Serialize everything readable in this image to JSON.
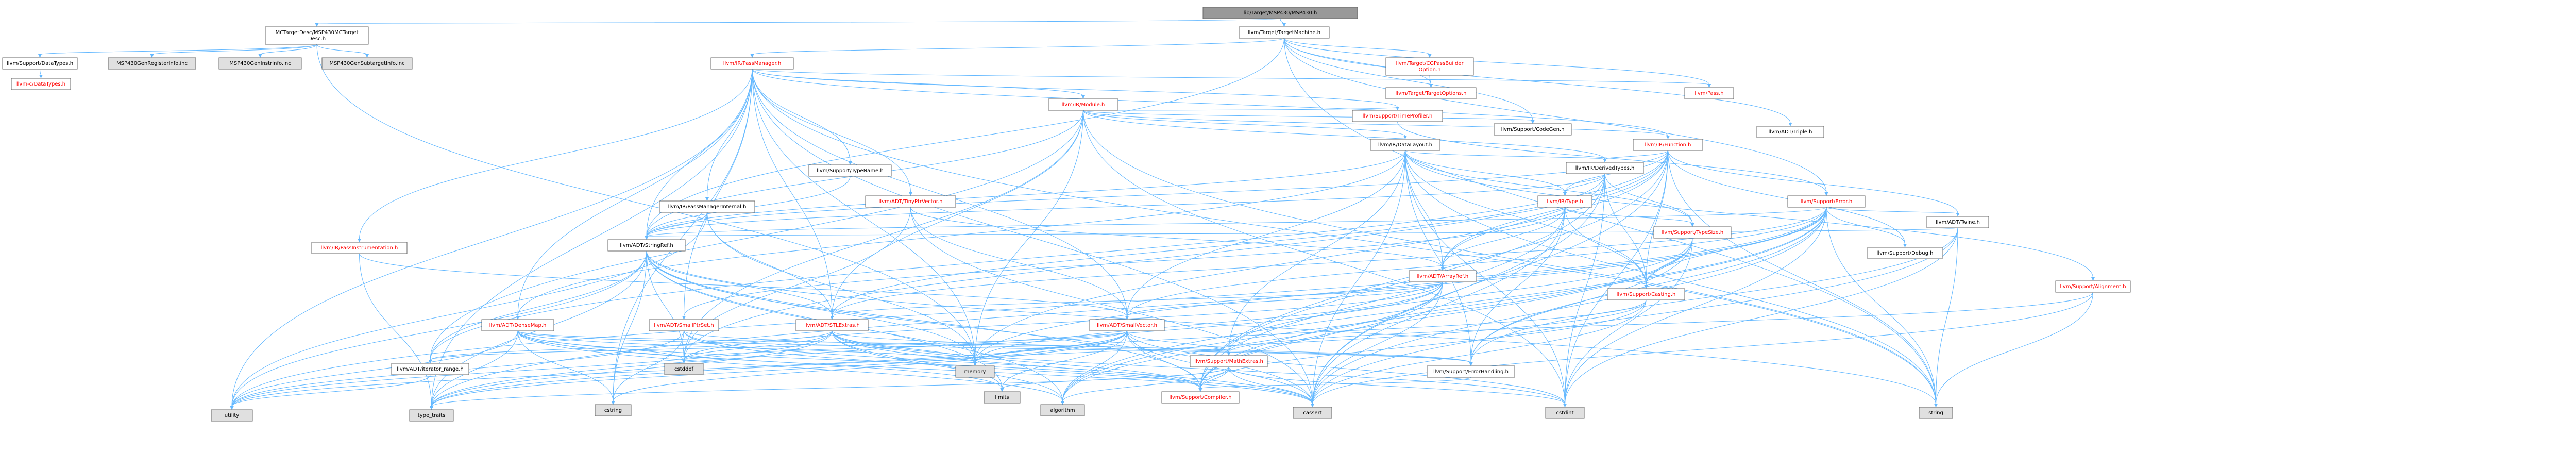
{
  "title": "lib/Target/MSP430/MSP430.h",
  "colors": {
    "edge": "#63b8ff",
    "node_fill": "#ffffff",
    "node_border": "#666666",
    "root_fill": "#999999",
    "external_fill": "#e0e0e0",
    "link_text": "#000000",
    "incomplete_text": "#ff0000"
  },
  "nodes": [
    {
      "id": "root",
      "label": "lib/Target/MSP430/MSP430.h",
      "kind": "root"
    },
    {
      "id": "mctd",
      "label": "MCTargetDesc/MSP430MCTarget\nDesc.h",
      "kind": "normal"
    },
    {
      "id": "tm",
      "label": "llvm/Target/TargetMachine.h",
      "kind": "normal"
    },
    {
      "id": "dt",
      "label": "llvm/Support/DataTypes.h",
      "kind": "normal"
    },
    {
      "id": "gri",
      "label": "MSP430GenRegisterInfo.inc",
      "kind": "external"
    },
    {
      "id": "gii",
      "label": "MSP430GenInstrInfo.inc",
      "kind": "external"
    },
    {
      "id": "gsi",
      "label": "MSP430GenSubtargetInfo.inc",
      "kind": "external"
    },
    {
      "id": "cdt",
      "label": "llvm-c/DataTypes.h",
      "kind": "incomplete"
    },
    {
      "id": "pm",
      "label": "llvm/IR/PassManager.h",
      "kind": "incomplete"
    },
    {
      "id": "cgpbo",
      "label": "llvm/Target/CGPassBuilder\nOption.h",
      "kind": "incomplete"
    },
    {
      "id": "to",
      "label": "llvm/Target/TargetOptions.h",
      "kind": "incomplete"
    },
    {
      "id": "pass",
      "label": "llvm/Pass.h",
      "kind": "incomplete"
    },
    {
      "id": "mod",
      "label": "llvm/IR/Module.h",
      "kind": "incomplete"
    },
    {
      "id": "tp",
      "label": "llvm/Support/TimeProfiler.h",
      "kind": "incomplete"
    },
    {
      "id": "cg",
      "label": "llvm/Support/CodeGen.h",
      "kind": "normal"
    },
    {
      "id": "triple",
      "label": "llvm/ADT/Triple.h",
      "kind": "normal"
    },
    {
      "id": "dl",
      "label": "llvm/IR/DataLayout.h",
      "kind": "normal"
    },
    {
      "id": "fn",
      "label": "llvm/IR/Function.h",
      "kind": "incomplete"
    },
    {
      "id": "dtypes",
      "label": "llvm/IR/DerivedTypes.h",
      "kind": "normal"
    },
    {
      "id": "ty",
      "label": "llvm/IR/Type.h",
      "kind": "incomplete"
    },
    {
      "id": "err",
      "label": "llvm/Support/Error.h",
      "kind": "incomplete"
    },
    {
      "id": "tn",
      "label": "llvm/Support/TypeName.h",
      "kind": "normal"
    },
    {
      "id": "tpv",
      "label": "llvm/ADT/TinyPtrVector.h",
      "kind": "incomplete"
    },
    {
      "id": "pmi",
      "label": "llvm/IR/PassManagerInternal.h",
      "kind": "normal"
    },
    {
      "id": "ts",
      "label": "llvm/Support/TypeSize.h",
      "kind": "incomplete"
    },
    {
      "id": "twine",
      "label": "llvm/ADT/Twine.h",
      "kind": "normal"
    },
    {
      "id": "dbg",
      "label": "llvm/Support/Debug.h",
      "kind": "normal"
    },
    {
      "id": "align",
      "label": "llvm/Support/Alignment.h",
      "kind": "incomplete"
    },
    {
      "id": "pi",
      "label": "llvm/IR/PassInstrumentation.h",
      "kind": "incomplete"
    },
    {
      "id": "sr",
      "label": "llvm/ADT/StringRef.h",
      "kind": "normal"
    },
    {
      "id": "ar",
      "label": "llvm/ADT/ArrayRef.h",
      "kind": "incomplete"
    },
    {
      "id": "cast",
      "label": "llvm/Support/Casting.h",
      "kind": "incomplete"
    },
    {
      "id": "dm",
      "label": "llvm/ADT/DenseMap.h",
      "kind": "incomplete"
    },
    {
      "id": "sps",
      "label": "llvm/ADT/SmallPtrSet.h",
      "kind": "incomplete"
    },
    {
      "id": "stl",
      "label": "llvm/ADT/STLExtras.h",
      "kind": "incomplete"
    },
    {
      "id": "sv",
      "label": "llvm/ADT/SmallVector.h",
      "kind": "incomplete"
    },
    {
      "id": "ir",
      "label": "llvm/ADT/iterator_range.h",
      "kind": "normal"
    },
    {
      "id": "me",
      "label": "llvm/Support/MathExtras.h",
      "kind": "incomplete"
    },
    {
      "id": "eh",
      "label": "llvm/Support/ErrorHandling.h",
      "kind": "normal"
    },
    {
      "id": "comp",
      "label": "llvm/Support/Compiler.h",
      "kind": "incomplete"
    },
    {
      "id": "utility",
      "label": "utility",
      "kind": "external"
    },
    {
      "id": "tt",
      "label": "type_traits",
      "kind": "external"
    },
    {
      "id": "cstring",
      "label": "cstring",
      "kind": "external"
    },
    {
      "id": "cstddef",
      "label": "cstddef",
      "kind": "external"
    },
    {
      "id": "memory",
      "label": "memory",
      "kind": "external"
    },
    {
      "id": "limits",
      "label": "limits",
      "kind": "external"
    },
    {
      "id": "algorithm",
      "label": "algorithm",
      "kind": "external"
    },
    {
      "id": "cassert",
      "label": "cassert",
      "kind": "external"
    },
    {
      "id": "cstdint",
      "label": "cstdint",
      "kind": "external"
    },
    {
      "id": "string",
      "label": "string",
      "kind": "external"
    }
  ],
  "edges": [
    [
      "root",
      "mctd"
    ],
    [
      "root",
      "tm"
    ],
    [
      "mctd",
      "dt"
    ],
    [
      "mctd",
      "gri"
    ],
    [
      "mctd",
      "gii"
    ],
    [
      "mctd",
      "gsi"
    ],
    [
      "mctd",
      "memory"
    ],
    [
      "dt",
      "cdt"
    ],
    [
      "tm",
      "pm"
    ],
    [
      "tm",
      "cgpbo"
    ],
    [
      "tm",
      "to"
    ],
    [
      "tm",
      "pass"
    ],
    [
      "tm",
      "cg"
    ],
    [
      "tm",
      "triple"
    ],
    [
      "tm",
      "err"
    ],
    [
      "tm",
      "string"
    ],
    [
      "tm",
      "sr"
    ],
    [
      "cgpbo",
      "to"
    ],
    [
      "pm",
      "mod"
    ],
    [
      "pm",
      "tp"
    ],
    [
      "pm",
      "tn"
    ],
    [
      "pm",
      "tpv"
    ],
    [
      "pm",
      "pmi"
    ],
    [
      "pm",
      "pi"
    ],
    [
      "pm",
      "sr"
    ],
    [
      "pm",
      "dm"
    ],
    [
      "pm",
      "sv"
    ],
    [
      "pm",
      "stl"
    ],
    [
      "pm",
      "memory"
    ],
    [
      "pm",
      "cassert"
    ],
    [
      "pm",
      "cstring"
    ],
    [
      "pm",
      "tt"
    ],
    [
      "pm",
      "utility"
    ],
    [
      "pm",
      "string"
    ],
    [
      "pm",
      "fn"
    ],
    [
      "pm",
      "pass"
    ],
    [
      "pm",
      "sps"
    ],
    [
      "mod",
      "dl"
    ],
    [
      "mod",
      "fn"
    ],
    [
      "mod",
      "tp"
    ],
    [
      "mod",
      "cg"
    ],
    [
      "mod",
      "sr"
    ],
    [
      "mod",
      "stl"
    ],
    [
      "mod",
      "memory"
    ],
    [
      "mod",
      "cstddef"
    ],
    [
      "mod",
      "cstdint"
    ],
    [
      "mod",
      "string"
    ],
    [
      "mod",
      "ir"
    ],
    [
      "mod",
      "dtypes"
    ],
    [
      "tp",
      "err"
    ],
    [
      "dl",
      "dtypes"
    ],
    [
      "dl",
      "ty"
    ],
    [
      "dl",
      "ts"
    ],
    [
      "dl",
      "ar"
    ],
    [
      "dl",
      "sr"
    ],
    [
      "dl",
      "sv"
    ],
    [
      "dl",
      "cast"
    ],
    [
      "dl",
      "align"
    ],
    [
      "dl",
      "me"
    ],
    [
      "dl",
      "eh"
    ],
    [
      "dl",
      "cassert"
    ],
    [
      "dl",
      "cstdint"
    ],
    [
      "dl",
      "string"
    ],
    [
      "dl",
      "dm"
    ],
    [
      "fn",
      "dtypes"
    ],
    [
      "fn",
      "ty"
    ],
    [
      "fn",
      "twine"
    ],
    [
      "fn",
      "dbg"
    ],
    [
      "fn",
      "ar"
    ],
    [
      "fn",
      "sr"
    ],
    [
      "fn",
      "ir"
    ],
    [
      "fn",
      "cast"
    ],
    [
      "fn",
      "comp"
    ],
    [
      "fn",
      "cassert"
    ],
    [
      "fn",
      "cstddef"
    ],
    [
      "fn",
      "cstdint"
    ],
    [
      "fn",
      "memory"
    ],
    [
      "fn",
      "string"
    ],
    [
      "dtypes",
      "ty"
    ],
    [
      "dtypes",
      "ar"
    ],
    [
      "dtypes",
      "sr"
    ],
    [
      "dtypes",
      "cast"
    ],
    [
      "dtypes",
      "ts"
    ],
    [
      "dtypes",
      "comp"
    ],
    [
      "dtypes",
      "cassert"
    ],
    [
      "dtypes",
      "cstdint"
    ],
    [
      "dtypes",
      "stl"
    ],
    [
      "ty",
      "ts"
    ],
    [
      "ty",
      "cast"
    ],
    [
      "ty",
      "ar"
    ],
    [
      "ty",
      "sps"
    ],
    [
      "ty",
      "comp"
    ],
    [
      "ty",
      "eh"
    ],
    [
      "ty",
      "cassert"
    ],
    [
      "ty",
      "cstdint"
    ],
    [
      "ty",
      "iter"
    ],
    [
      "err",
      "dbg"
    ],
    [
      "err",
      "twine"
    ],
    [
      "err",
      "sr"
    ],
    [
      "err",
      "cast"
    ],
    [
      "err",
      "eh"
    ],
    [
      "err",
      "comp"
    ],
    [
      "err",
      "cassert"
    ],
    [
      "err",
      "cstdint"
    ],
    [
      "err",
      "memory"
    ],
    [
      "err",
      "string"
    ],
    [
      "err",
      "utility"
    ],
    [
      "err",
      "tt"
    ],
    [
      "err",
      "algorithm"
    ],
    [
      "err",
      "stl"
    ],
    [
      "err",
      "sv"
    ],
    [
      "tn",
      "sr"
    ],
    [
      "tpv",
      "ar"
    ],
    [
      "tpv",
      "sv"
    ],
    [
      "tpv",
      "cassert"
    ],
    [
      "tpv",
      "cstddef"
    ],
    [
      "tpv",
      "iter"
    ],
    [
      "pmi",
      "sr"
    ],
    [
      "pmi",
      "stl"
    ],
    [
      "pmi",
      "memory"
    ],
    [
      "pmi",
      "utility"
    ],
    [
      "ts",
      "me"
    ],
    [
      "ts",
      "cast"
    ],
    [
      "ts",
      "comp"
    ],
    [
      "ts",
      "eh"
    ],
    [
      "ts",
      "algorithm"
    ],
    [
      "ts",
      "cstdint"
    ],
    [
      "twine",
      "sr"
    ],
    [
      "twine",
      "eh"
    ],
    [
      "twine",
      "cassert"
    ],
    [
      "twine",
      "cstdint"
    ],
    [
      "twine",
      "string"
    ],
    [
      "align",
      "me"
    ],
    [
      "align",
      "cassert"
    ],
    [
      "align",
      "string"
    ],
    [
      "pi",
      "sv"
    ],
    [
      "pi",
      "tt"
    ],
    [
      "sr",
      "stl"
    ],
    [
      "sr",
      "ir"
    ],
    [
      "sr",
      "comp"
    ],
    [
      "sr",
      "algorithm"
    ],
    [
      "sr",
      "cassert"
    ],
    [
      "sr",
      "cstddef"
    ],
    [
      "sr",
      "cstring"
    ],
    [
      "sr",
      "limits"
    ],
    [
      "sr",
      "string"
    ],
    [
      "sr",
      "tt"
    ],
    [
      "sr",
      "utility"
    ],
    [
      "sr",
      "memory"
    ],
    [
      "ar",
      "stl"
    ],
    [
      "ar",
      "sv"
    ],
    [
      "ar",
      "comp"
    ],
    [
      "ar",
      "algorithm"
    ],
    [
      "ar",
      "cassert"
    ],
    [
      "ar",
      "cstddef"
    ],
    [
      "ar",
      "memory"
    ],
    [
      "ar",
      "tt"
    ],
    [
      "cast",
      "comp"
    ],
    [
      "cast",
      "cassert"
    ],
    [
      "cast",
      "memory"
    ],
    [
      "cast",
      "tt"
    ],
    [
      "dm",
      "me"
    ],
    [
      "dm",
      "eh"
    ],
    [
      "dm",
      "comp"
    ],
    [
      "dm",
      "algorithm"
    ],
    [
      "dm",
      "cassert"
    ],
    [
      "dm",
      "cstddef"
    ],
    [
      "dm",
      "cstring"
    ],
    [
      "dm",
      "limits"
    ],
    [
      "dm",
      "tt"
    ],
    [
      "dm",
      "utility"
    ],
    [
      "dm",
      "memory"
    ],
    [
      "sps",
      "eh"
    ],
    [
      "sps",
      "comp"
    ],
    [
      "sps",
      "cassert"
    ],
    [
      "sps",
      "cstddef"
    ],
    [
      "sps",
      "cstring"
    ],
    [
      "sps",
      "utility"
    ],
    [
      "stl",
      "ir"
    ],
    [
      "stl",
      "comp"
    ],
    [
      "stl",
      "eh"
    ],
    [
      "stl",
      "algorithm"
    ],
    [
      "stl",
      "cassert"
    ],
    [
      "stl",
      "cstddef"
    ],
    [
      "stl",
      "cstdint"
    ],
    [
      "stl",
      "limits"
    ],
    [
      "stl",
      "memory"
    ],
    [
      "stl",
      "tt"
    ],
    [
      "stl",
      "utility"
    ],
    [
      "sv",
      "ir"
    ],
    [
      "sv",
      "comp"
    ],
    [
      "sv",
      "algorithm"
    ],
    [
      "sv",
      "cassert"
    ],
    [
      "sv",
      "cstddef"
    ],
    [
      "sv",
      "cstdint"
    ],
    [
      "sv",
      "cstring"
    ],
    [
      "sv",
      "limits"
    ],
    [
      "sv",
      "memory"
    ],
    [
      "sv",
      "tt"
    ],
    [
      "sv",
      "utility"
    ],
    [
      "sv",
      "me"
    ],
    [
      "ir",
      "utility"
    ],
    [
      "me",
      "comp"
    ],
    [
      "me",
      "algorithm"
    ],
    [
      "me",
      "cassert"
    ],
    [
      "me",
      "cstdint"
    ],
    [
      "me",
      "limits"
    ],
    [
      "me",
      "tt"
    ],
    [
      "eh",
      "comp"
    ]
  ]
}
